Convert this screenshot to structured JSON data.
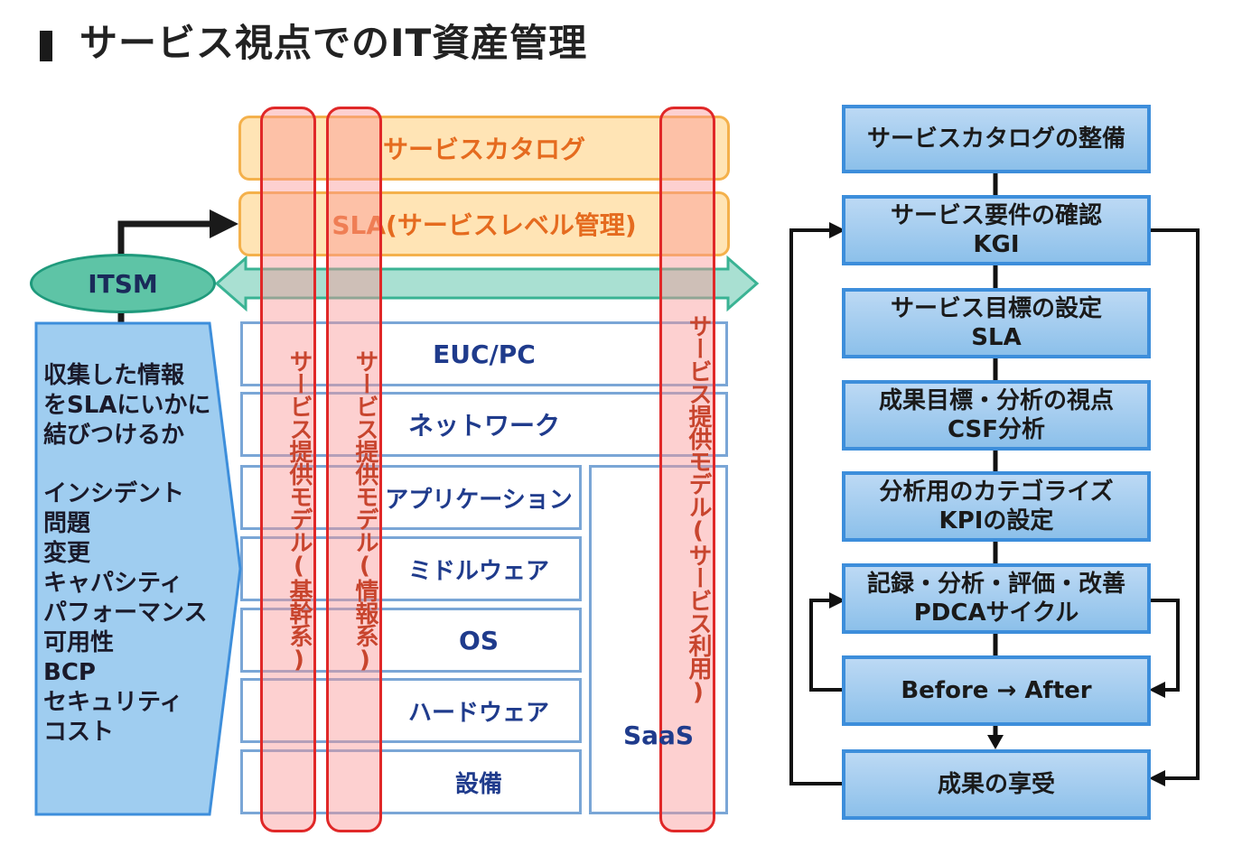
{
  "title": "サービス視点でのIT資産管理",
  "left": {
    "catalog_bar": "サービスカタログ",
    "sla_bar": "SLA(サービスレベル管理)",
    "itsm": "ITSM",
    "layers": [
      "EUC/PC",
      "ネットワーク",
      "アプリケーション",
      "ミドルウェア",
      "OS",
      "ハードウェア",
      "設備"
    ],
    "saas": "SaaS",
    "service_models": [
      "サービス提供モデル(基幹系)",
      "サービス提供モデル(情報系)",
      "サービス提供モデル(サービス利用)"
    ],
    "info_lines_1": [
      "収集した情報",
      "をSLAにいかに",
      "結びつけるか"
    ],
    "info_lines_2": [
      "インシデント",
      "問題",
      "変更",
      "キャパシティ",
      "パフォーマンス",
      "可用性",
      "BCP",
      "セキュリティ",
      "コスト"
    ]
  },
  "right": {
    "steps": [
      [
        "サービスカタログの整備"
      ],
      [
        "サービス要件の確認",
        "KGI"
      ],
      [
        "サービス目標の設定",
        "SLA"
      ],
      [
        "成果目標・分析の視点",
        "CSF分析"
      ],
      [
        "分析用のカテゴライズ",
        "KPIの設定"
      ],
      [
        "記録・分析・評価・改善",
        "PDCAサイクル"
      ],
      [
        "Before → After"
      ],
      [
        "成果の享受"
      ]
    ]
  },
  "colors": {
    "orange_text": "#e56b1f",
    "layer_text": "#1f3b8c",
    "red_column": "#e02828",
    "teal": "#5ec4a6",
    "flow_border": "#3d8edb"
  }
}
